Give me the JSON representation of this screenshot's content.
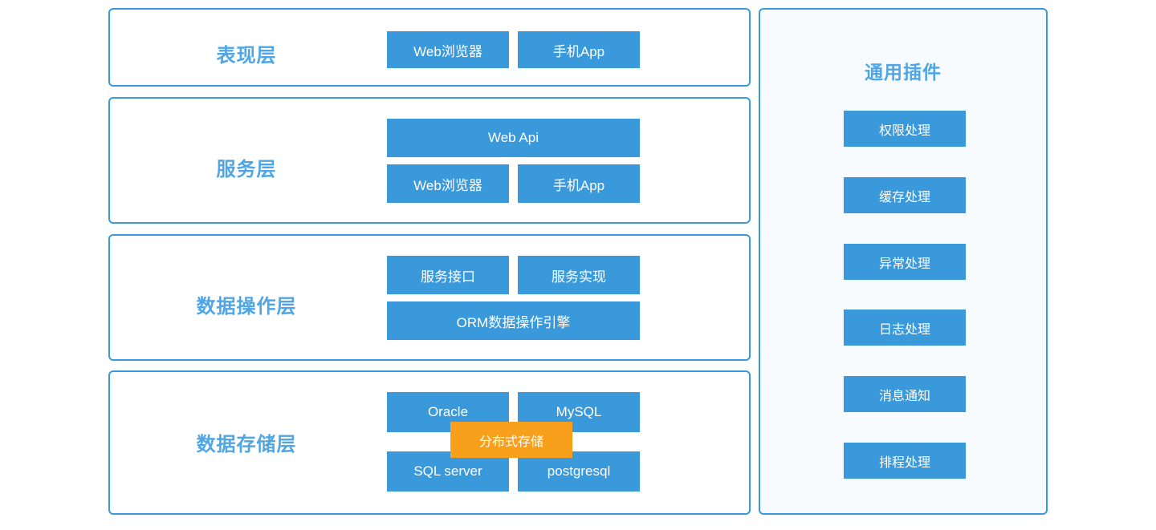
{
  "diagram": {
    "title_color": "#50a5e4",
    "box_color": "#3a99db",
    "accent_color": "#f8a01c",
    "panel_bg": "#ffffff",
    "sidebar_bg": "#f7fbfe"
  },
  "layers": [
    {
      "name": "presentation-layer",
      "label": "表现层",
      "boxes": [
        {
          "name": "web-browser-box",
          "label": "Web浏览器"
        },
        {
          "name": "mobile-app-box",
          "label": "手机App"
        }
      ]
    },
    {
      "name": "service-layer",
      "label": "服务层",
      "boxes": [
        {
          "name": "web-api-box",
          "label": "Web  Api"
        },
        {
          "name": "web-browser-box",
          "label": "Web浏览器"
        },
        {
          "name": "mobile-app-box",
          "label": "手机App"
        }
      ]
    },
    {
      "name": "data-operation-layer",
      "label": "数据操作层",
      "boxes": [
        {
          "name": "service-interface-box",
          "label": "服务接口"
        },
        {
          "name": "service-implementation-box",
          "label": "服务实现"
        },
        {
          "name": "orm-engine-box",
          "label": "ORM数据操作引擎"
        }
      ]
    },
    {
      "name": "data-storage-layer",
      "label": "数据存储层",
      "boxes": [
        {
          "name": "oracle-box",
          "label": "Oracle"
        },
        {
          "name": "mysql-box",
          "label": "MySQL"
        },
        {
          "name": "sqlserver-box",
          "label": "SQL server"
        },
        {
          "name": "postgresql-box",
          "label": "postgresql"
        },
        {
          "name": "distributed-storage-box",
          "label": "分布式存储"
        }
      ]
    }
  ],
  "sidebar": {
    "title": "通用插件",
    "items": [
      {
        "name": "permission-handling",
        "label": "权限处理"
      },
      {
        "name": "cache-handling",
        "label": "缓存处理"
      },
      {
        "name": "exception-handling",
        "label": "异常处理"
      },
      {
        "name": "log-handling",
        "label": "日志处理"
      },
      {
        "name": "message-notification",
        "label": "消息通知"
      },
      {
        "name": "schedule-handling",
        "label": "排程处理"
      }
    ]
  }
}
